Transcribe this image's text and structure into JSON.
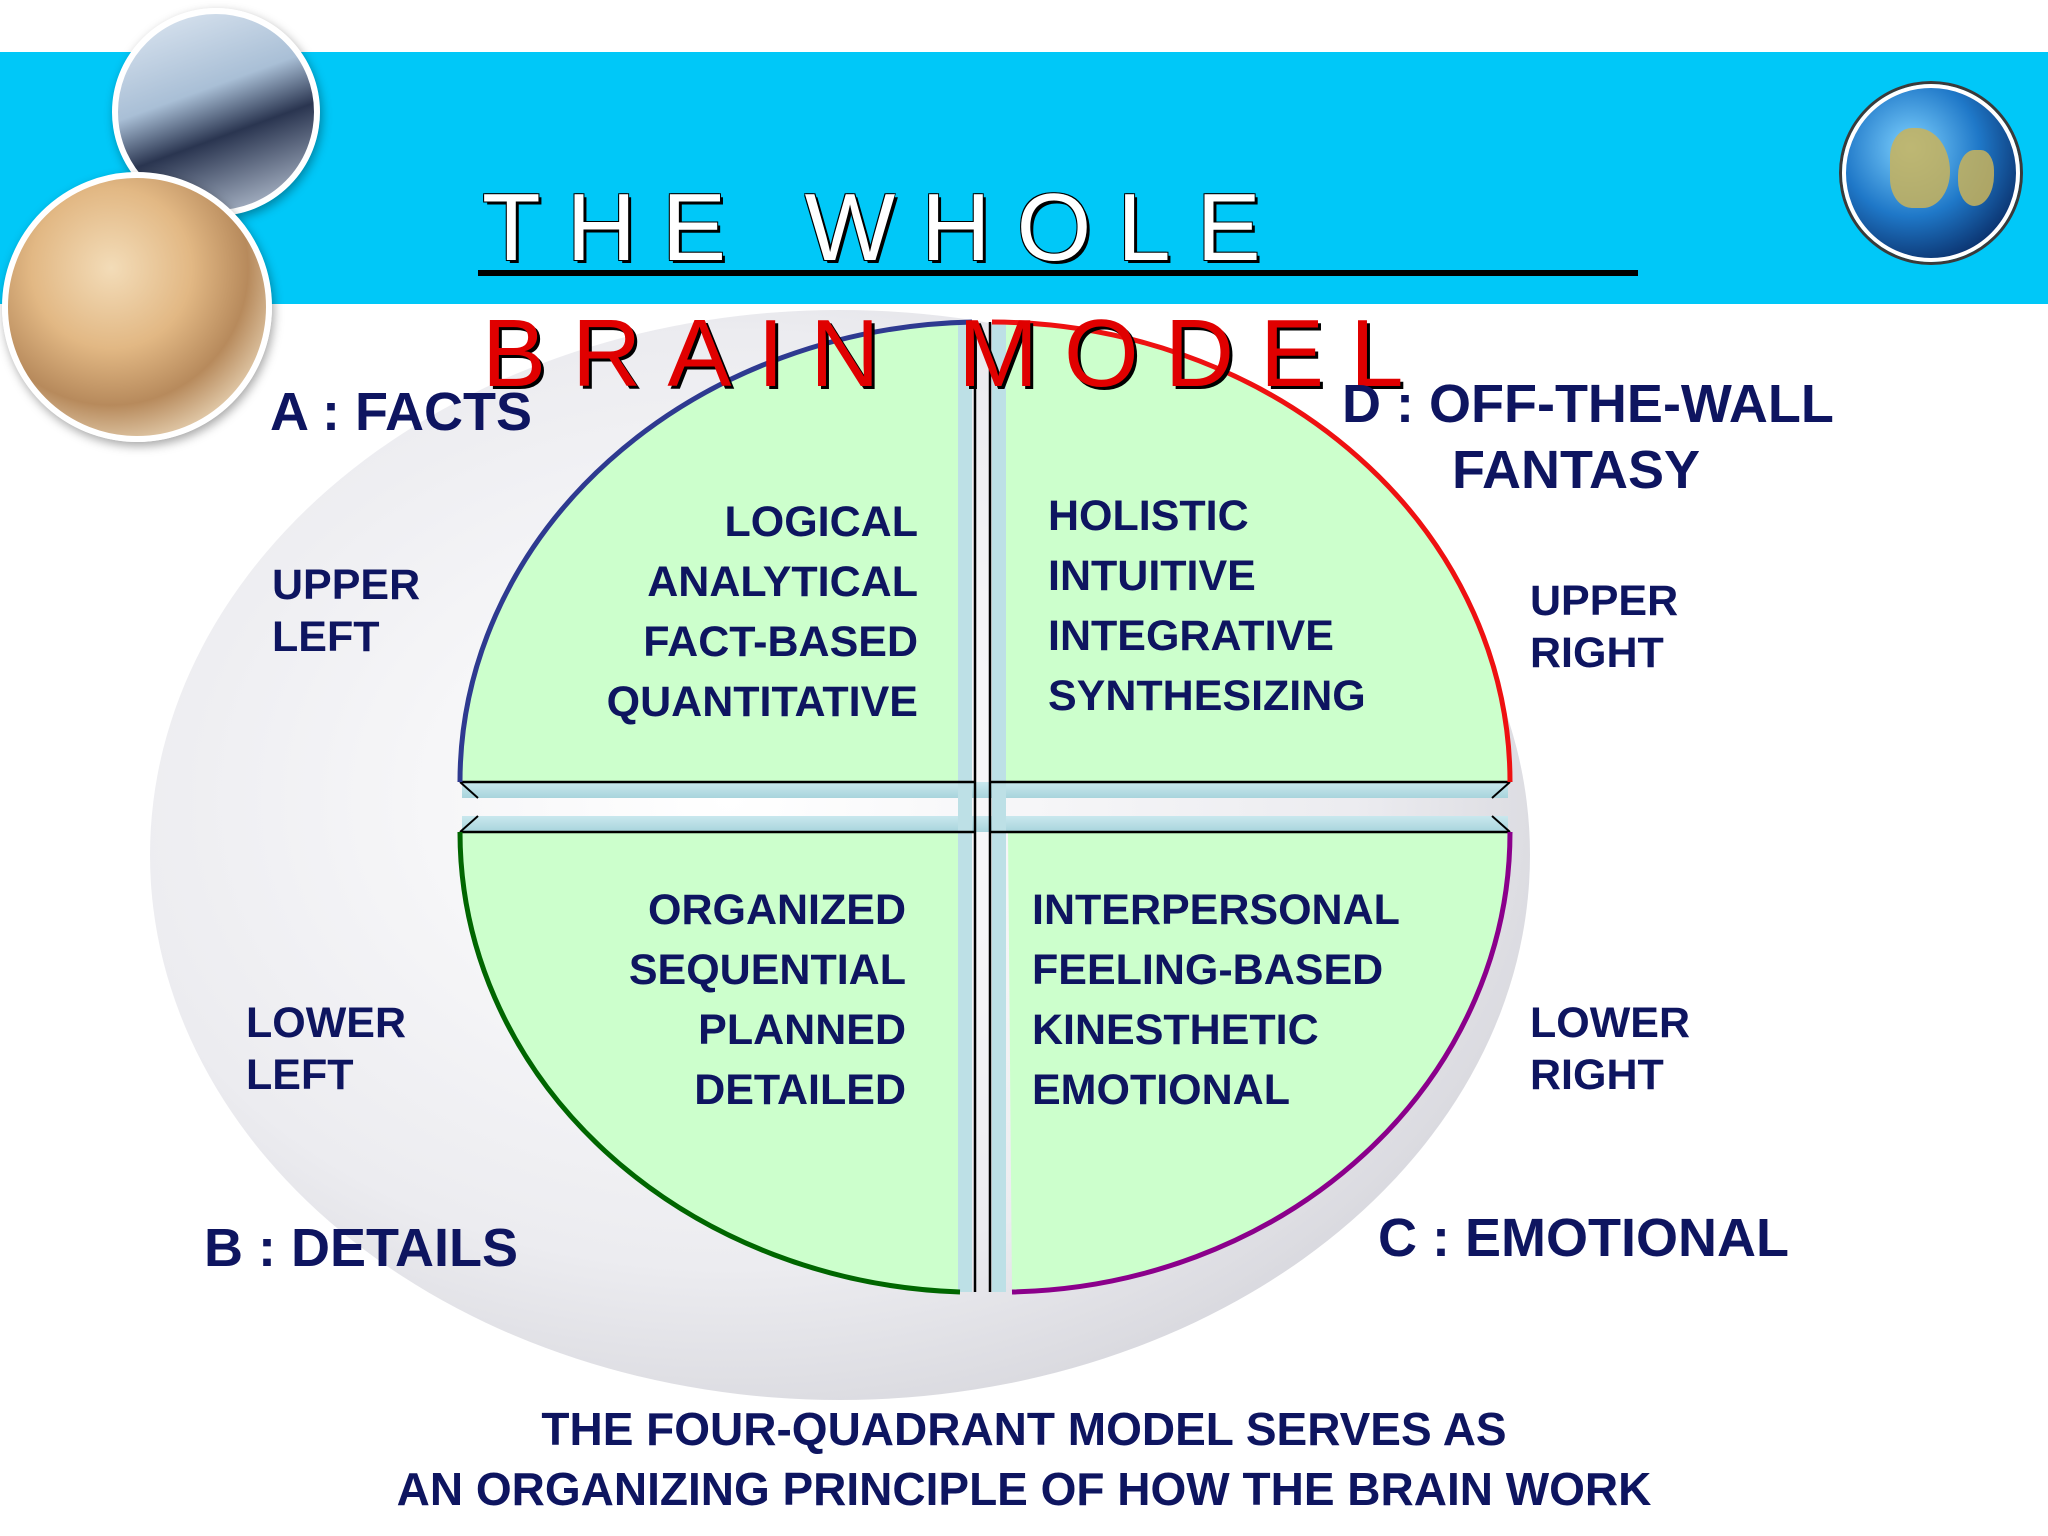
{
  "title": {
    "line1": "THE WHOLE",
    "line2": "BRAIN MODEL"
  },
  "corners": {
    "a": "A :  FACTS",
    "b": "B :  DETAILS",
    "c": "C :  EMOTIONAL",
    "d_line1": "D :  OFF-THE-WALL",
    "d_line2": "FANTASY"
  },
  "sides": {
    "upper_left": [
      "UPPER",
      "LEFT"
    ],
    "upper_right": [
      "UPPER",
      "RIGHT"
    ],
    "lower_left": [
      "LOWER",
      "LEFT"
    ],
    "lower_right": [
      "LOWER",
      "RIGHT"
    ]
  },
  "quadrants": {
    "upper_left": [
      "LOGICAL",
      "ANALYTICAL",
      "FACT-BASED",
      "QUANTITATIVE"
    ],
    "upper_right": [
      "HOLISTIC",
      "INTUITIVE",
      "INTEGRATIVE",
      "SYNTHESIZING"
    ],
    "lower_left": [
      "ORGANIZED",
      "SEQUENTIAL",
      "PLANNED",
      "DETAILED"
    ],
    "lower_right": [
      "INTERPERSONAL",
      "FEELING-BASED",
      "KINESTHETIC",
      "EMOTIONAL"
    ]
  },
  "footer": {
    "line1": "THE FOUR-QUADRANT MODEL SERVES AS",
    "line2": "AN ORGANIZING PRINCIPLE OF HOW THE BRAIN WORK"
  },
  "colors": {
    "band": "#00c8f8",
    "quadrant_fill": "#ccffcc",
    "arc_upper_left": "#2e3a90",
    "arc_upper_right": "#ee1111",
    "arc_lower_left": "#006600",
    "arc_lower_right": "#8b008b",
    "text": "#0e1560",
    "title_red": "#e00000"
  }
}
